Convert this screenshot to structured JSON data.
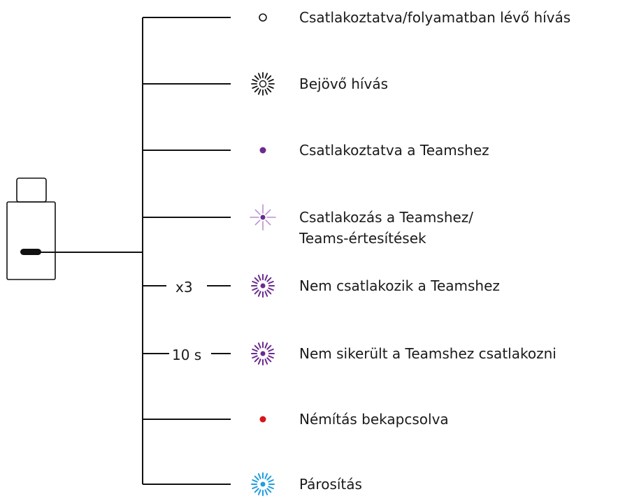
{
  "colors": {
    "line": "#111111",
    "white": "#ffffff",
    "black": "#111111",
    "purple": "#6b2b8e",
    "purple_light": "#b98fcf",
    "red": "#d7141a",
    "blue": "#1e9ee0"
  },
  "states": [
    {
      "id": "connected-call",
      "icon": "open-circle-icon",
      "label_lines": [
        "Csatlakoztatva/folyamatban lévő hívás"
      ]
    },
    {
      "id": "incoming-call",
      "icon": "black-burst-open-center-icon",
      "label_lines": [
        "Bejövő hívás"
      ]
    },
    {
      "id": "teams-connected",
      "icon": "purple-dot-icon",
      "label_lines": [
        "Csatlakoztatva a Teamshez"
      ]
    },
    {
      "id": "teams-connecting",
      "icon": "purple-pulse-icon",
      "label_lines": [
        "Csatlakozás a Teamshez/",
        "Teams-értesítések"
      ]
    },
    {
      "id": "teams-not-connecting",
      "icon": "purple-burst-icon",
      "repeat_label": "x3",
      "label_lines": [
        "Nem csatlakozik a Teamshez"
      ]
    },
    {
      "id": "teams-connect-failed",
      "icon": "purple-burst-icon",
      "repeat_label": "10 s",
      "label_lines": [
        "Nem sikerült a Teamshez csatlakozni"
      ]
    },
    {
      "id": "mute-on",
      "icon": "red-dot-icon",
      "label_lines": [
        "Némítás bekapcsolva"
      ]
    },
    {
      "id": "pairing",
      "icon": "blue-burst-icon",
      "label_lines": [
        "Párosítás"
      ]
    }
  ]
}
